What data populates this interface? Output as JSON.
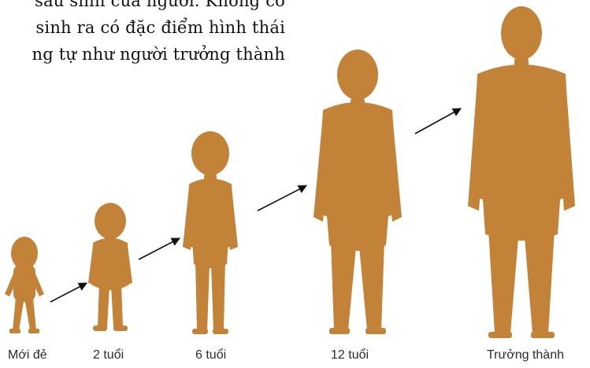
{
  "body_text": {
    "lines": [
      "sau sinh của người. Không có",
      "sinh ra có đặc điểm hình thái",
      "ng tự như người trưởng thành"
    ]
  },
  "diagram": {
    "figure_color": "#C9873A",
    "arrow_color": "#111111",
    "stages": [
      {
        "label": "Mới đẻ"
      },
      {
        "label": "2 tuổi"
      },
      {
        "label": "6 tuổi"
      },
      {
        "label": "12 tuổi"
      },
      {
        "label": "Trưởng thành"
      }
    ]
  }
}
